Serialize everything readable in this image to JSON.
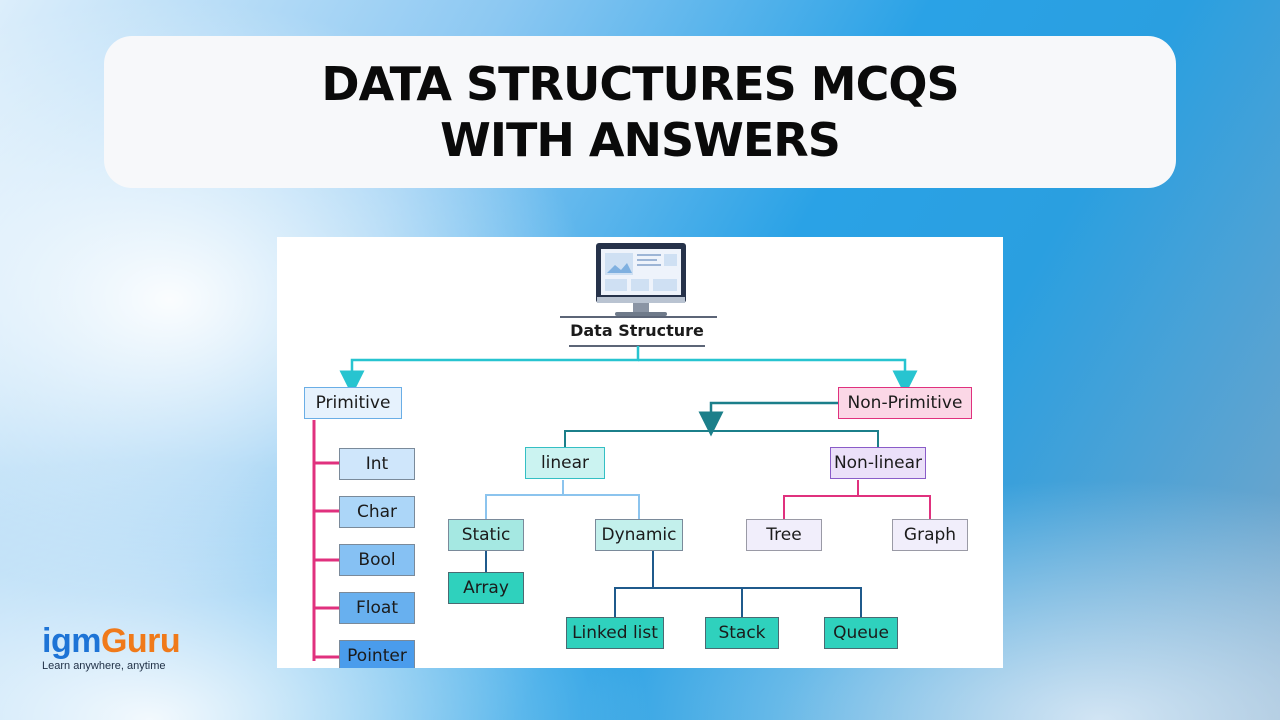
{
  "title": "DATA STRUCTURES MCQS WITH ANSWERS",
  "diagram": {
    "root": "Data Structure",
    "root_icon": "computer-monitor-icon",
    "primitive": {
      "label": "Primitive",
      "children": [
        "Int",
        "Char",
        "Bool",
        "Float",
        "Pointer"
      ]
    },
    "non_primitive": {
      "label": "Non-Primitive",
      "linear": {
        "label": "linear",
        "static": {
          "label": "Static",
          "children": [
            "Array"
          ]
        },
        "dynamic": {
          "label": "Dynamic",
          "children": [
            "Linked list",
            "Stack",
            "Queue"
          ]
        }
      },
      "non_linear": {
        "label": "Non-linear",
        "children": [
          "Tree",
          "Graph"
        ]
      }
    },
    "colors": {
      "cyan_line": "#27c4d0",
      "pink_line": "#e0317e",
      "teal_line": "#1b7f8a",
      "blue_line": "#8cc4ee",
      "navy_line": "#1f5a8c",
      "purple_border": "#8a5cc8"
    }
  },
  "logo": {
    "part1": "igm",
    "part2": "Guru",
    "tagline": "Learn anywhere, anytime"
  }
}
